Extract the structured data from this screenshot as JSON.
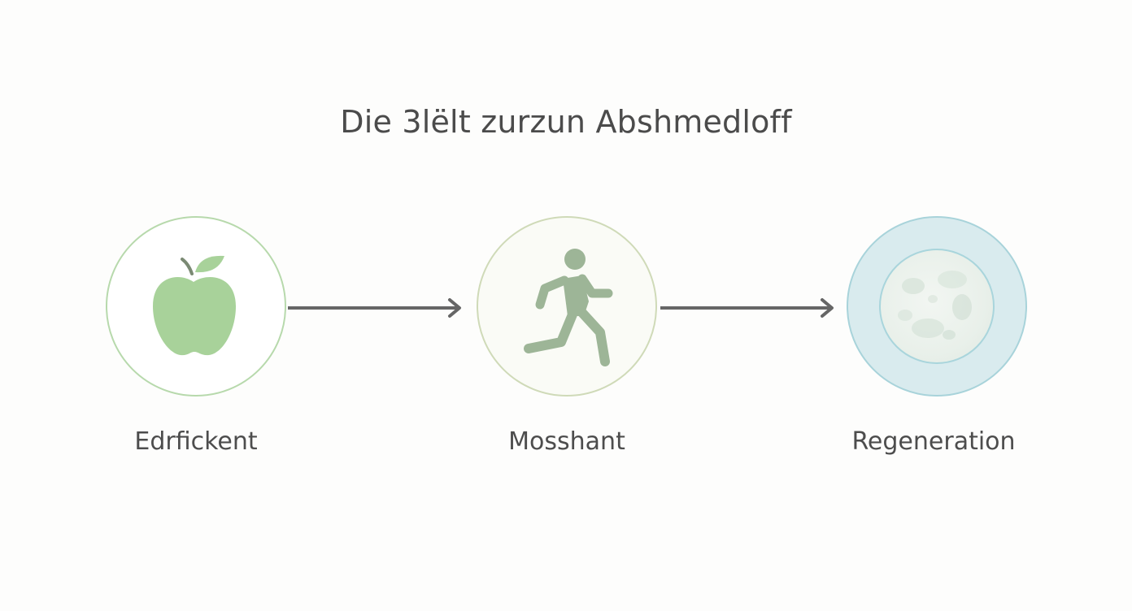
{
  "title": "Die 3lëlt zurzun Abshmedloff",
  "steps": [
    {
      "label": "Edrfickent",
      "icon": "apple-icon"
    },
    {
      "label": "Mosshant",
      "icon": "running-person-icon"
    },
    {
      "label": "Regeneration",
      "icon": "moon-icon"
    }
  ],
  "colors": {
    "apple_green": "#a8d29a",
    "runner_green": "#9db597",
    "circle1_border": "#b7d9ac",
    "circle2_border": "#cfdab8",
    "circle3_border": "#a8d3da",
    "arrow": "#666666",
    "text": "#4b4b4b"
  }
}
